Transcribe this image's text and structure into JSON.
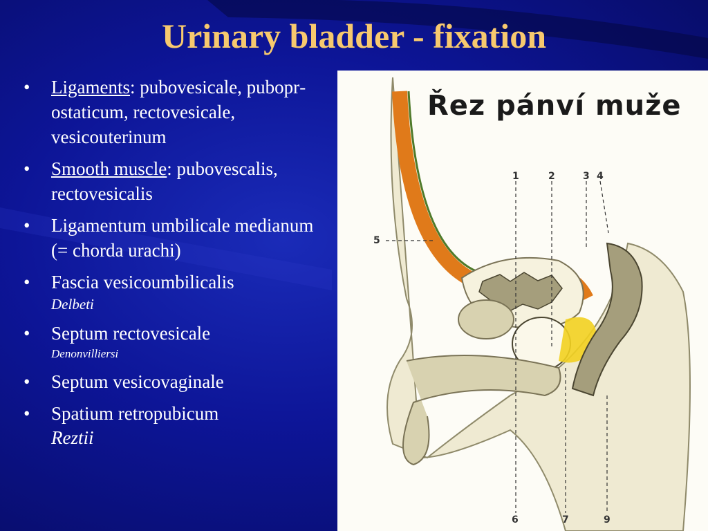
{
  "title": {
    "bold": "Urinary bladder",
    "rest": " - fixation"
  },
  "bullets": [
    {
      "lead": "Ligaments",
      "rest": ": pubovesicale, pubopr­ostaticum, rectovesicale, vesicouterinum"
    },
    {
      "lead": "Smooth muscle",
      "rest": ": pubovescalis, rectovesicalis"
    },
    {
      "text": "Ligamentum umbilicale medianum (= chorda urachi)"
    },
    {
      "text": "Fascia vesicoumbilicalis",
      "sub": "Delbeti"
    },
    {
      "text": "Septum rectovesicale",
      "sub": "Denonvilliersi"
    },
    {
      "text": "Septum vesicovaginale"
    },
    {
      "text": "Spatium retropubicum",
      "sub": "Reztii"
    }
  ],
  "figure": {
    "title": "Řez pánví muže",
    "labels": [
      "1",
      "2",
      "3",
      "4",
      "5",
      "6",
      "7",
      "9"
    ]
  },
  "colors": {
    "background": "#0d1597",
    "title": "#f7c96e",
    "text": "#ffffff",
    "orange_layer": "#e07a1a",
    "yellow_prostate": "#f2d020",
    "tissue": "#d8d2b0",
    "organ_gray": "#a59e7c"
  }
}
